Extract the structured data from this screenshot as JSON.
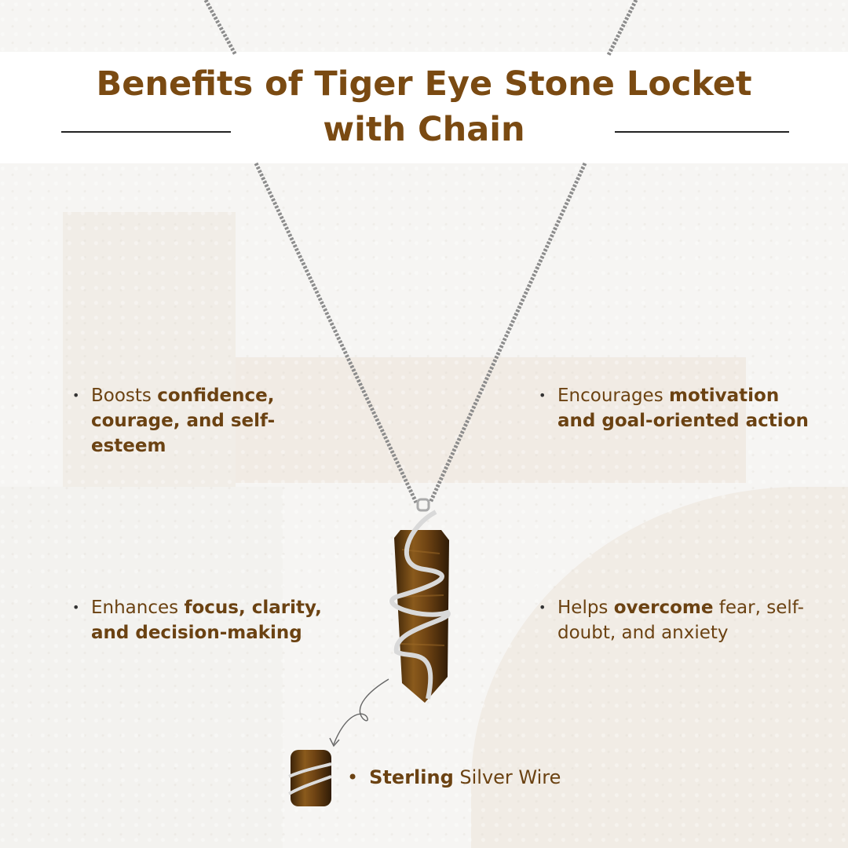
{
  "title": {
    "line1": "Benefits of Tiger Eye Stone Locket",
    "line2": "with Chain"
  },
  "benefits": [
    {
      "pre": "Boosts ",
      "bold": "confidence, courage, and self-esteem",
      "post": ""
    },
    {
      "pre": "Encourages ",
      "bold": "motivation and goal-oriented action",
      "post": ""
    },
    {
      "pre": "Enhances ",
      "bold": "focus, clarity, and decision-making",
      "post": ""
    },
    {
      "pre": "Helps ",
      "bold": "overcome",
      "post": " fear, self-doubt, and anxiety"
    }
  ],
  "wire_note": {
    "bold": "Sterling",
    "rest": " Silver Wire"
  },
  "bullet": "•",
  "colors": {
    "heading": "#7a4a12",
    "text": "#6b4212",
    "stone": "#6e4313"
  }
}
